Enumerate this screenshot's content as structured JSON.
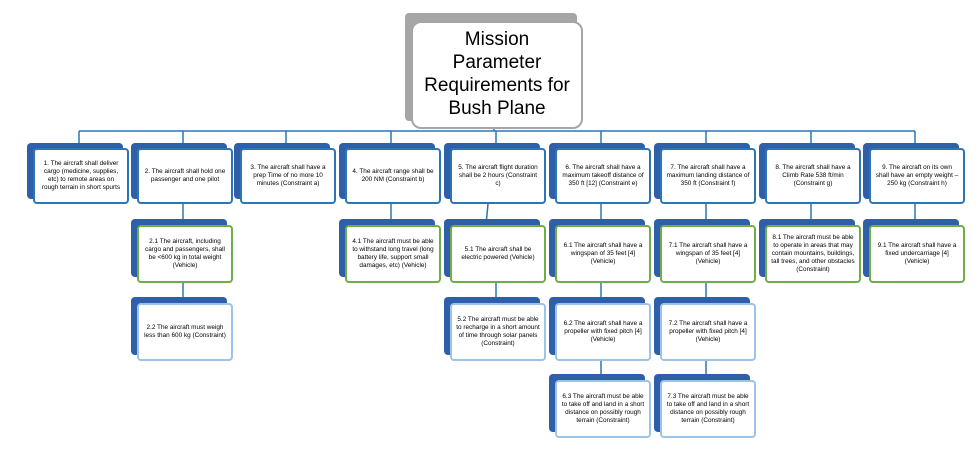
{
  "diagram": {
    "root": {
      "label": "Mission Parameter Requirements for Bush Plane"
    },
    "colors": {
      "tier_blue": "#2e75b6",
      "shadow_blue": "#2e5fa8",
      "green_border": "#70ad47",
      "light_border": "#9dc3e6",
      "root_shadow": "#a6a6a6",
      "root_border": "#a5a5a5",
      "connector": "#2e75b6"
    },
    "requirements": [
      {
        "label": "1. The aircraft shall deliver cargo (medicine, supplies, etc) to remote areas on rough terrain in short spurts",
        "children": []
      },
      {
        "label": "2. The aircraft shall hold one passenger and one pilot",
        "children": [
          {
            "label": "2.1 The aircraft, including cargo and passengers, shall be <600 kg in total weight (Vehicle)"
          },
          {
            "label": "2.2 The aircraft must weigh less than 600 kg (Constraint)"
          }
        ]
      },
      {
        "label": "3. The aircraft shall have a prep Time of no more 10 minutes (Constraint a)",
        "children": []
      },
      {
        "label": "4. The aircraft range shall be 200 NM (Constraint b)",
        "children": [
          {
            "label": "4.1 The aircraft must be able to withstand long travel (long battery life, support small damages, etc) (Vehicle)"
          }
        ]
      },
      {
        "label": "5. The aircraft flight duration shall be 2 hours (Constraint c)",
        "children": [
          {
            "label": "5.1 The aircraft shall be electric powered (Vehicle)"
          },
          {
            "label": "5.2 The aircraft must be able to recharge in a short amount of time through solar panels (Constraint)"
          }
        ]
      },
      {
        "label": "6. The aircraft shall have a maximum takeoff distance of 350 ft [12] (Constraint e)",
        "children": [
          {
            "label": "6.1 The aircraft shall have a wingspan of 35 feet [4] (Vehicle)"
          },
          {
            "label": "6.2 The aircraft shall have a propeller with fixed pitch [4] (Vehicle)"
          },
          {
            "label": "6.3 The aircraft must be able to take off and land in a short distance on possibly rough terrain (Constraint)"
          }
        ]
      },
      {
        "label": "7. The aircraft shall have a maximum landing distance of 350 ft (Constraint f)",
        "children": [
          {
            "label": "7.1 The aircraft shall have a wingspan of 35 feet [4] (Vehicle)"
          },
          {
            "label": "7.2 The aircraft shall have a propeller with fixed pitch [4] (Vehicle)"
          },
          {
            "label": "7.3 The aircraft must be able to take off and land in a short distance on possibly rough terrain (Constraint)"
          }
        ]
      },
      {
        "label": "8. The aircraft shall have a Climb Rate 538 ft/min (Constraint g)",
        "children": [
          {
            "label": "8.1 The aircraft must be able to operate in areas that may contain mountains, buildings, tall trees, and other obstacles (Constraint)"
          }
        ]
      },
      {
        "label": "9. The aircraft on its own shall have an empty weight – 250 kg (Constraint h)",
        "children": [
          {
            "label": "9.1 The aircraft shall have a fixed undercarriage [4] (Vehicle)"
          }
        ]
      }
    ]
  }
}
